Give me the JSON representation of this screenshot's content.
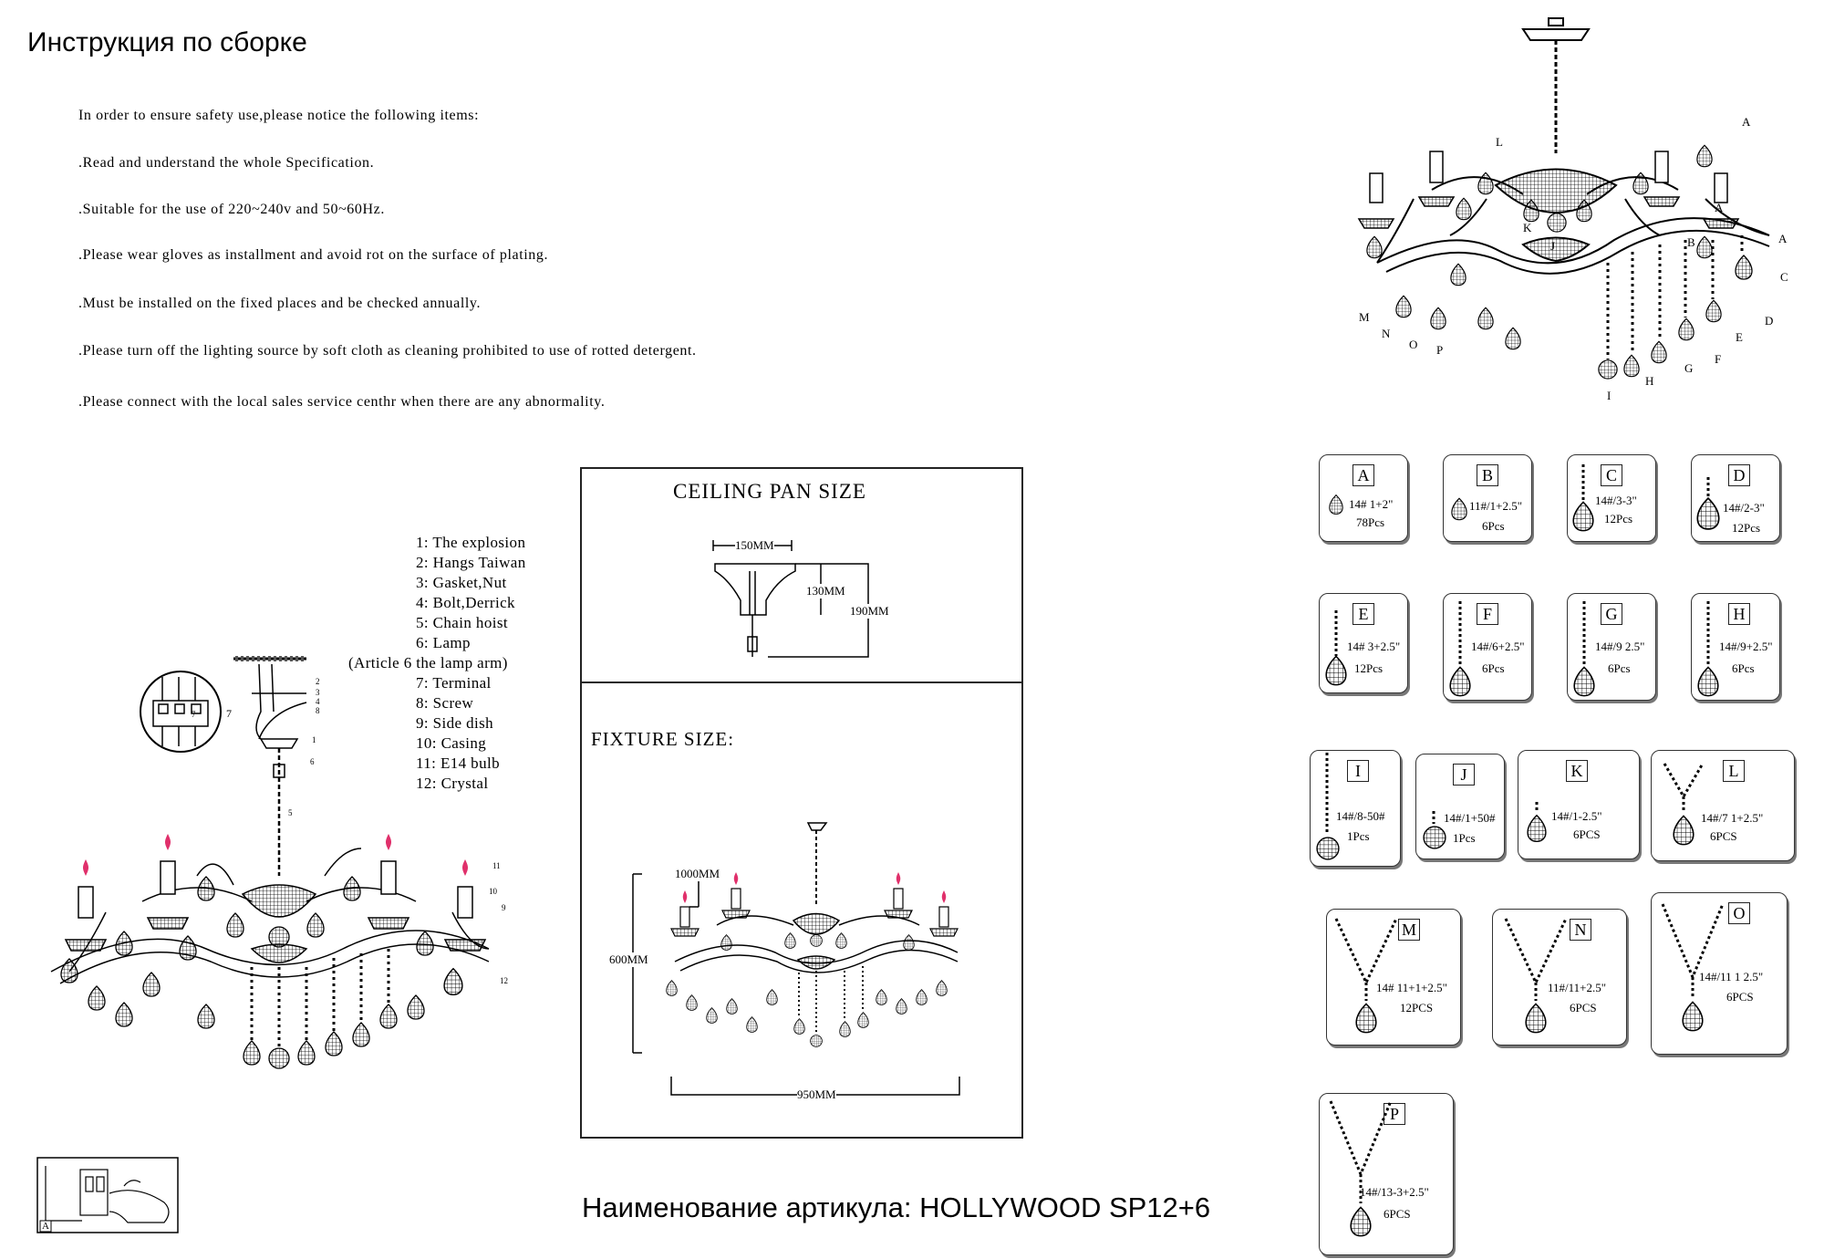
{
  "title": "Инструкция по сборке",
  "safety": {
    "intro": "In order to ensure safety use,please notice the following items:",
    "items": [
      ".Read and understand the whole Specification.",
      ".Suitable for the use of 220~240v and 50~60Hz.",
      ".Please wear gloves as installment and avoid rot on the surface of plating.",
      ".Must be installed on the fixed places and be checked annually.",
      ".Please turn off the lighting source by soft cloth as cleaning prohibited to use of rotted detergent.",
      ".Please connect with the local sales service centhr when there are any abnormality."
    ]
  },
  "parts_legend": [
    "1: The explosion",
    "2: Hangs Taiwan",
    "3: Gasket,Nut",
    "4: Bolt,Derrick",
    "5: Chain hoist",
    "6: Lamp",
    "(Article 6 the lamp arm)",
    "7: Terminal",
    "8: Screw",
    "9: Side dish",
    "10: Casing",
    "11: E14 bulb",
    "12: Crystal"
  ],
  "ceiling_pan": {
    "caption": "CEILING PAN SIZE",
    "width": "150MM",
    "height_inner": "130MM",
    "height_outer": "190MM"
  },
  "fixture": {
    "caption": "FIXTURE SIZE:",
    "chain": "1000MM",
    "height": "600MM",
    "width": "950MM"
  },
  "wiring_label": "A",
  "callout_labels": [
    "A",
    "A",
    "A",
    "B",
    "C",
    "D",
    "E",
    "F",
    "G",
    "H",
    "I",
    "J",
    "K",
    "L",
    "M",
    "N",
    "O",
    "P"
  ],
  "number_labels": [
    "1",
    "2",
    "3",
    "4",
    "5",
    "6",
    "7",
    "8",
    "9",
    "10",
    "11",
    "12"
  ],
  "crystals": [
    {
      "letter": "A",
      "spec": "14# 1+2\"",
      "qty": "78Pcs"
    },
    {
      "letter": "B",
      "spec": "11#/1+2.5\"",
      "qty": "6Pcs"
    },
    {
      "letter": "C",
      "spec": "14#/3-3\"",
      "qty": "12Pcs"
    },
    {
      "letter": "D",
      "spec": "14#/2-3\"",
      "qty": "12Pcs"
    },
    {
      "letter": "E",
      "spec": "14# 3+2.5\"",
      "qty": "12Pcs"
    },
    {
      "letter": "F",
      "spec": "14#/6+2.5\"",
      "qty": "6Pcs"
    },
    {
      "letter": "G",
      "spec": "14#/9 2.5\"",
      "qty": "6Pcs"
    },
    {
      "letter": "H",
      "spec": "14#/9+2.5\"",
      "qty": "6Pcs"
    },
    {
      "letter": "I",
      "spec": "14#/8-50#",
      "qty": "1Pcs"
    },
    {
      "letter": "J",
      "spec": "14#/1+50#",
      "qty": "1Pcs"
    },
    {
      "letter": "K",
      "spec": "14#/1-2.5\"",
      "qty": "6PCS"
    },
    {
      "letter": "L",
      "spec": "14#/7 1+2.5\"",
      "qty": "6PCS"
    },
    {
      "letter": "M",
      "spec": "14# 11+1+2.5\"",
      "qty": "12PCS"
    },
    {
      "letter": "N",
      "spec": "11#/11+2.5\"",
      "qty": "6PCS"
    },
    {
      "letter": "O",
      "spec": "14#/11 1 2.5\"",
      "qty": "6PCS"
    },
    {
      "letter": "P",
      "spec": "14#/13-3+2.5\"",
      "qty": "6PCS"
    }
  ],
  "article": "Наименование артикула: HOLLYWOOD SP12+6"
}
